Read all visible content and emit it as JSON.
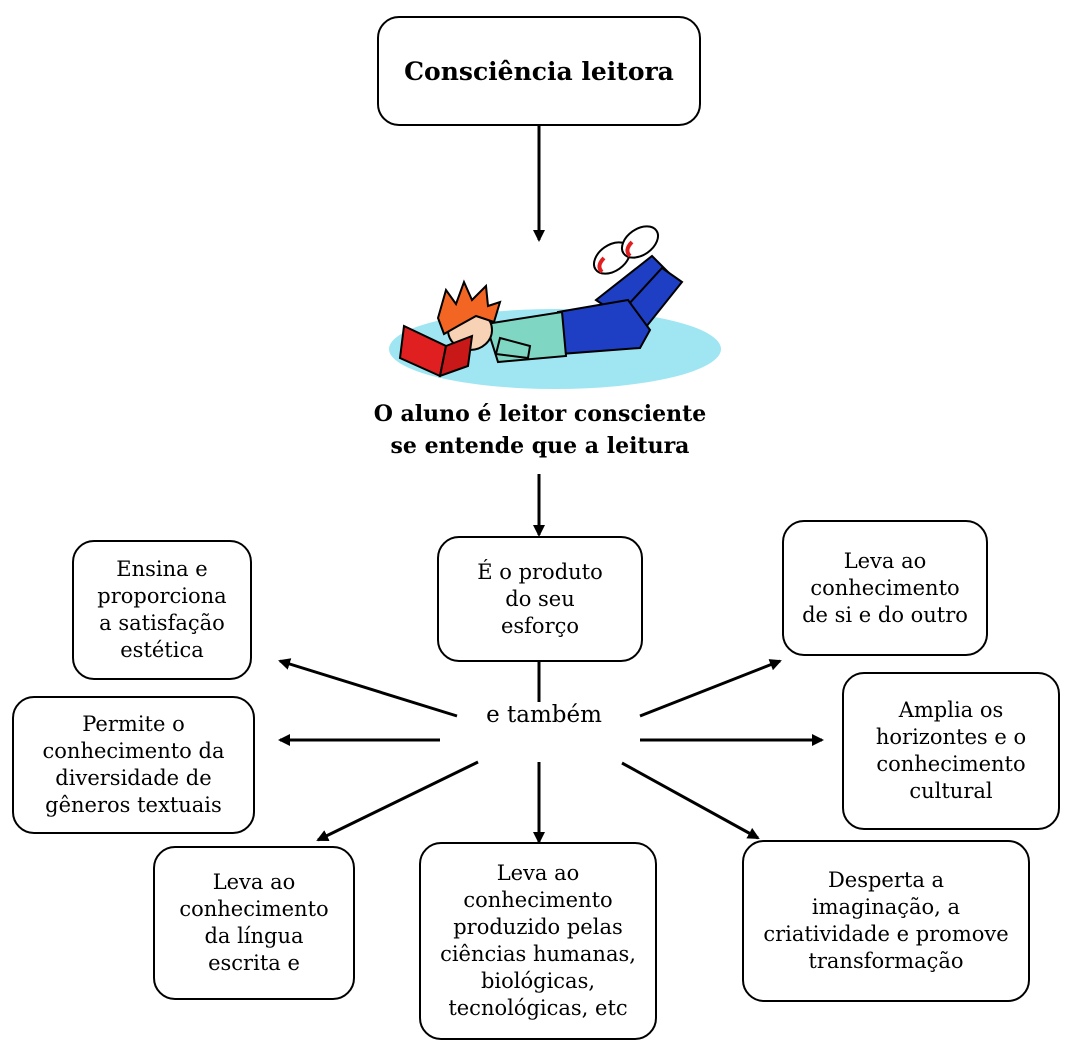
{
  "diagram": {
    "title": "Consciência leitora",
    "statement": "O aluno é leitor consciente\nse entende que a leitura",
    "center": "É o produto\ndo seu\nesforço",
    "hub": "e também",
    "branches": {
      "satisfaction": "Ensina e\nproporciona\na satisfação\nestética",
      "genres": "Permite o\nconhecimento da\ndiversidade de\ngêneros textuais",
      "written_language": "Leva ao\nconhecimento\nda língua\nescrita e",
      "sciences": "Leva ao\nconhecimento\nproduzido pelas\nciências humanas,\nbiológicas,\ntecnológicas, etc",
      "imagination": "Desperta a\nimaginação, a\ncriatividade e promove\ntransformação",
      "horizons": "Amplia os\nhorizontes e o\nconhecimento\ncultural",
      "self_other": "Leva ao\nconhecimento\nde si e do outro"
    }
  },
  "illustration": {
    "icon": "child-reading-icon",
    "colors": {
      "mat": "#9fe6f2",
      "hair": "#f26522",
      "book": "#e02020",
      "shirt": "#7fd6c2",
      "pants": "#1e3fc4",
      "shoes": "#ffffff",
      "soles": "#e02020"
    }
  }
}
